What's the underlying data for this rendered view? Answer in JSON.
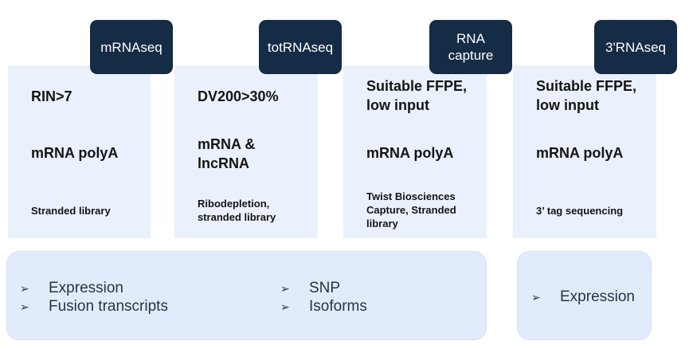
{
  "columns": [
    {
      "tag": "mRNAseq",
      "condition": "RIN>7",
      "rna": "mRNA polyA",
      "library": "Stranded library"
    },
    {
      "tag": "totRNAseq",
      "condition": "DV200>30%",
      "rna": "mRNA &\nlncRNA",
      "library": "Ribodepletion,\nstranded library"
    },
    {
      "tag": "RNA\ncapture",
      "condition": "Suitable FFPE,\nlow input",
      "rna": "mRNA polyA",
      "library": "Twist Biosciences\nCapture, Stranded\nlibrary"
    },
    {
      "tag": "3'RNAseq",
      "condition": "Suitable FFPE,\nlow input",
      "rna": "mRNA polyA",
      "library": "3’ tag sequencing"
    }
  ],
  "applications": {
    "left_panel": [
      "Expression",
      "Fusion transcripts",
      "SNP",
      "Isoforms"
    ],
    "right_panel": [
      "Expression"
    ],
    "bullet_glyph": "➢"
  },
  "colors": {
    "tag_background": "#142c45",
    "column_background": "#eaf1fc",
    "panel_background": "#e1ebfb"
  }
}
